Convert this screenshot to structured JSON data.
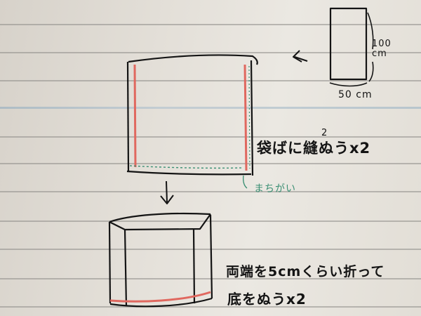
{
  "notes": {
    "length_label": "100 cm",
    "width_label": "50 cm",
    "step1_number": "2",
    "step1_text": "袋ばに縫ぬうx2",
    "mistake_note": "まちがい",
    "step2_line1": "両端を5cmくらい折って",
    "step2_line2": "底をぬうx2"
  },
  "colors": {
    "ink": "#141414",
    "stitch_red": "#e0685f",
    "note_green": "#3a8f73",
    "paper": "#e8e5df"
  },
  "icons": {
    "arrow_left": "arrow-left-icon",
    "arrow_down": "arrow-down-icon"
  }
}
